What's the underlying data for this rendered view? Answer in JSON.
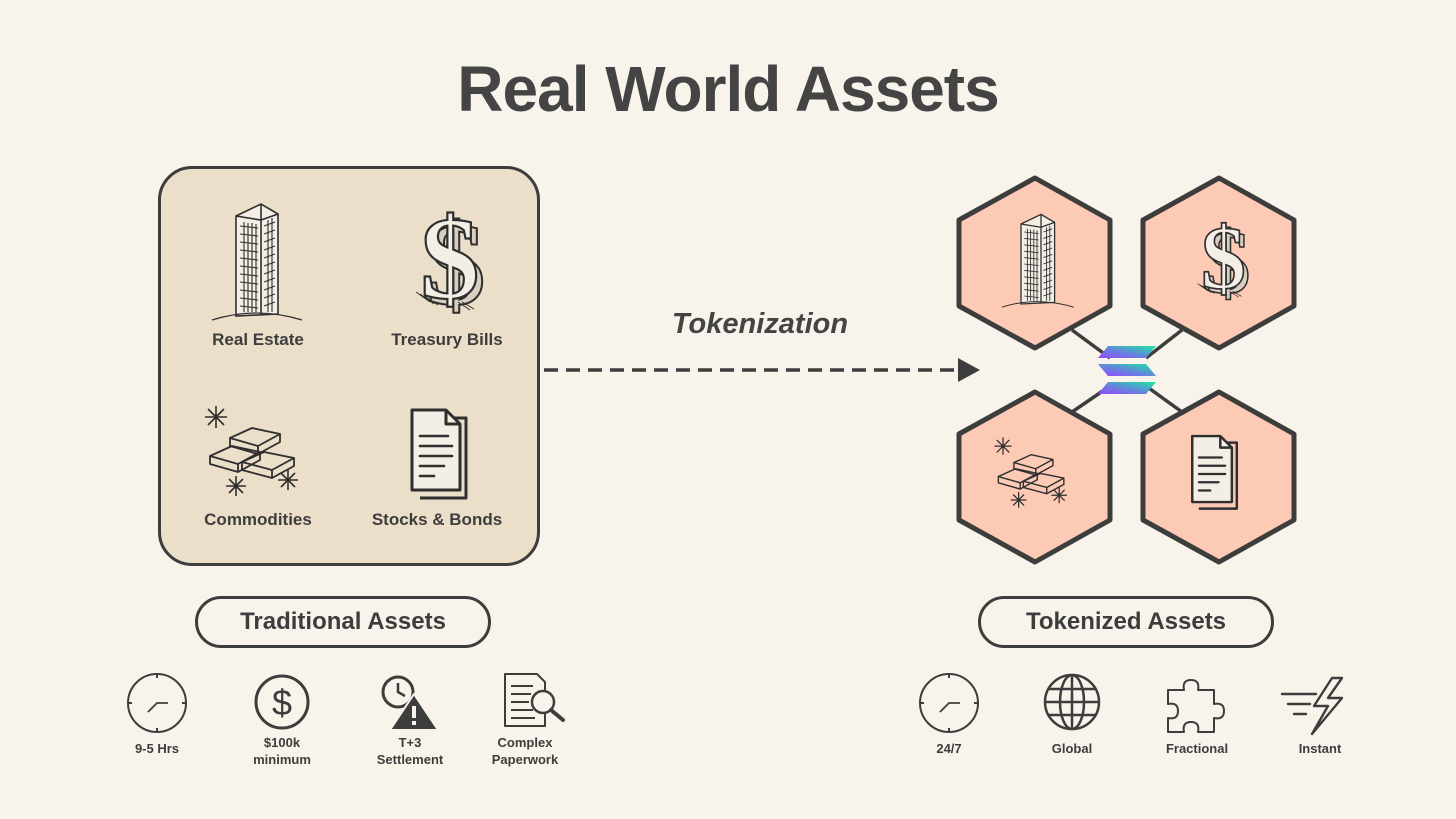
{
  "title": "Real World Assets",
  "traditional": {
    "assets": [
      {
        "label": "Real Estate",
        "icon": "building-icon"
      },
      {
        "label": "Treasury Bills",
        "icon": "dollar-sign-icon"
      },
      {
        "label": "Commodities",
        "icon": "gold-bars-icon"
      },
      {
        "label": "Stocks & Bonds",
        "icon": "document-icon"
      }
    ],
    "pill_label": "Traditional Assets",
    "features": [
      {
        "label": "9-5 Hrs",
        "icon": "clock-icon"
      },
      {
        "label": "$100k\nminimum",
        "line1": "$100k",
        "line2": "minimum",
        "icon": "dollar-circle-icon"
      },
      {
        "label": "T+3\nSettlement",
        "line1": "T+3",
        "line2": "Settlement",
        "icon": "clock-warning-icon"
      },
      {
        "label": "Complex\nPaperwork",
        "line1": "Complex",
        "line2": "Paperwork",
        "icon": "paperwork-search-icon"
      }
    ]
  },
  "arrow_label": "Tokenization",
  "tokenized": {
    "pill_label": "Tokenized Assets",
    "hex_icons": [
      "building-icon",
      "dollar-sign-icon",
      "gold-bars-icon",
      "document-icon"
    ],
    "center_icon": "solana-logo-icon",
    "features": [
      {
        "label": "24/7",
        "icon": "clock-icon"
      },
      {
        "label": "Global",
        "icon": "globe-icon"
      },
      {
        "label": "Fractional",
        "icon": "puzzle-piece-icon"
      },
      {
        "label": "Instant",
        "icon": "lightning-icon"
      }
    ]
  },
  "colors": {
    "background": "#f8f4ec",
    "traditional_box": "#ebdfca",
    "hexagon_fill": "#fdcab5",
    "outline": "#3d3d3d",
    "solana_green": "#19e8a3",
    "solana_purple": "#9945ff"
  }
}
